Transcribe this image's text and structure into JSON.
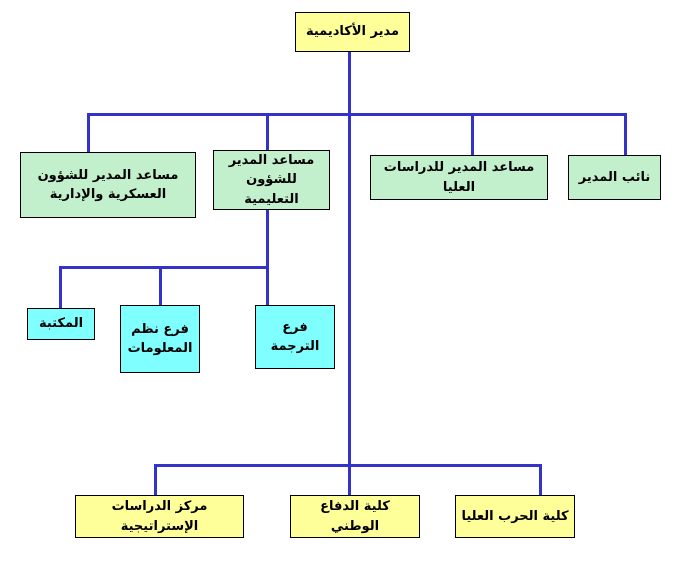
{
  "org_chart": {
    "direction": "rtl",
    "connector_color": "#3333CC",
    "node_border_color": "#000000",
    "root": {
      "label": "مدير الأكاديمية",
      "fill": "#FFFF99"
    },
    "assistants": [
      {
        "label": "مساعد المدير للشؤون العسكرية والإدارية",
        "fill": "#C2F0CC"
      },
      {
        "label": "مساعد المدير للشؤون التعليمية",
        "fill": "#C2F0CC",
        "children": [
          {
            "label": "المكتبة",
            "fill": "#7FFFFF"
          },
          {
            "label": "فرع نظم المعلومات",
            "fill": "#7FFFFF"
          },
          {
            "label": "فرع الترجمة",
            "fill": "#7FFFFF"
          }
        ]
      },
      {
        "label": "مساعد المدير للدراسات العليا",
        "fill": "#C2F0CC"
      },
      {
        "label": "نائب المدير",
        "fill": "#C2F0CC"
      }
    ],
    "colleges": [
      {
        "label": "مركز الدراسات الإستراتيجية",
        "fill": "#FFFF99"
      },
      {
        "label": "كلية الدفاع الوطني",
        "fill": "#FFFF99"
      },
      {
        "label": "كلية الحرب العليا",
        "fill": "#FFFF99"
      }
    ]
  }
}
